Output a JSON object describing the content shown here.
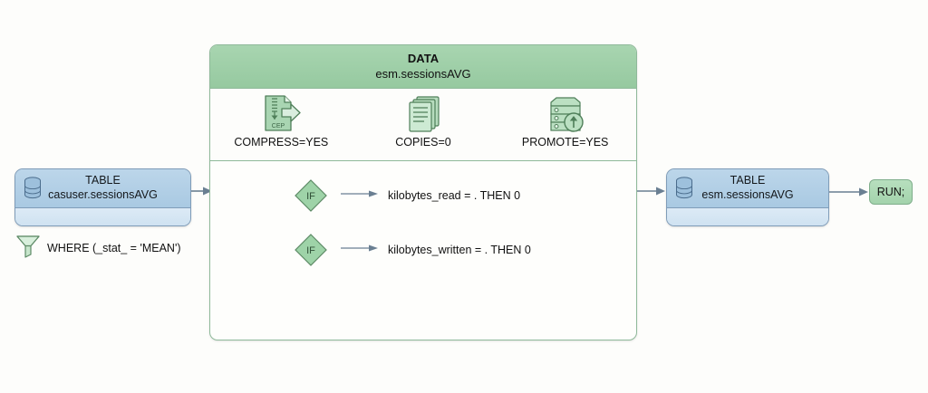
{
  "diagram": {
    "background_color": "#fdfdfb",
    "accent_green": "#9acda4",
    "accent_blue": "#a9c9e2",
    "border_green": "#8fb99a",
    "border_blue": "#7f9cb8"
  },
  "source_node": {
    "icon": "database-cylinder-icon",
    "title": "TABLE",
    "subtitle": "casuser.sessionsAVG"
  },
  "where_filter": {
    "icon": "funnel-filter-icon",
    "label": "WHERE (_stat_ = 'MEAN')"
  },
  "data_step": {
    "title": "DATA",
    "subtitle": "esm.sessionsAVG",
    "options": [
      {
        "icon": "compress-cep-icon",
        "label": "COMPRESS=YES"
      },
      {
        "icon": "copies-documents-icon",
        "label": "COPIES=0"
      },
      {
        "icon": "promote-server-upload-icon",
        "label": "PROMOTE=YES"
      }
    ],
    "rules": [
      {
        "condition": "IF",
        "icon": "arrow-right-icon",
        "text": "kilobytes_read = . THEN 0"
      },
      {
        "condition": "IF",
        "icon": "arrow-right-icon",
        "text": "kilobytes_written = . THEN 0"
      }
    ]
  },
  "target_node": {
    "icon": "database-cylinder-icon",
    "title": "TABLE",
    "subtitle": "esm.sessionsAVG"
  },
  "run_action": {
    "label": "RUN;"
  },
  "connectors": [
    {
      "name": "source-to-data",
      "icon": "arrow-right-icon"
    },
    {
      "name": "data-to-target",
      "icon": "arrow-right-icon"
    },
    {
      "name": "target-to-run",
      "icon": "arrow-right-icon"
    }
  ]
}
